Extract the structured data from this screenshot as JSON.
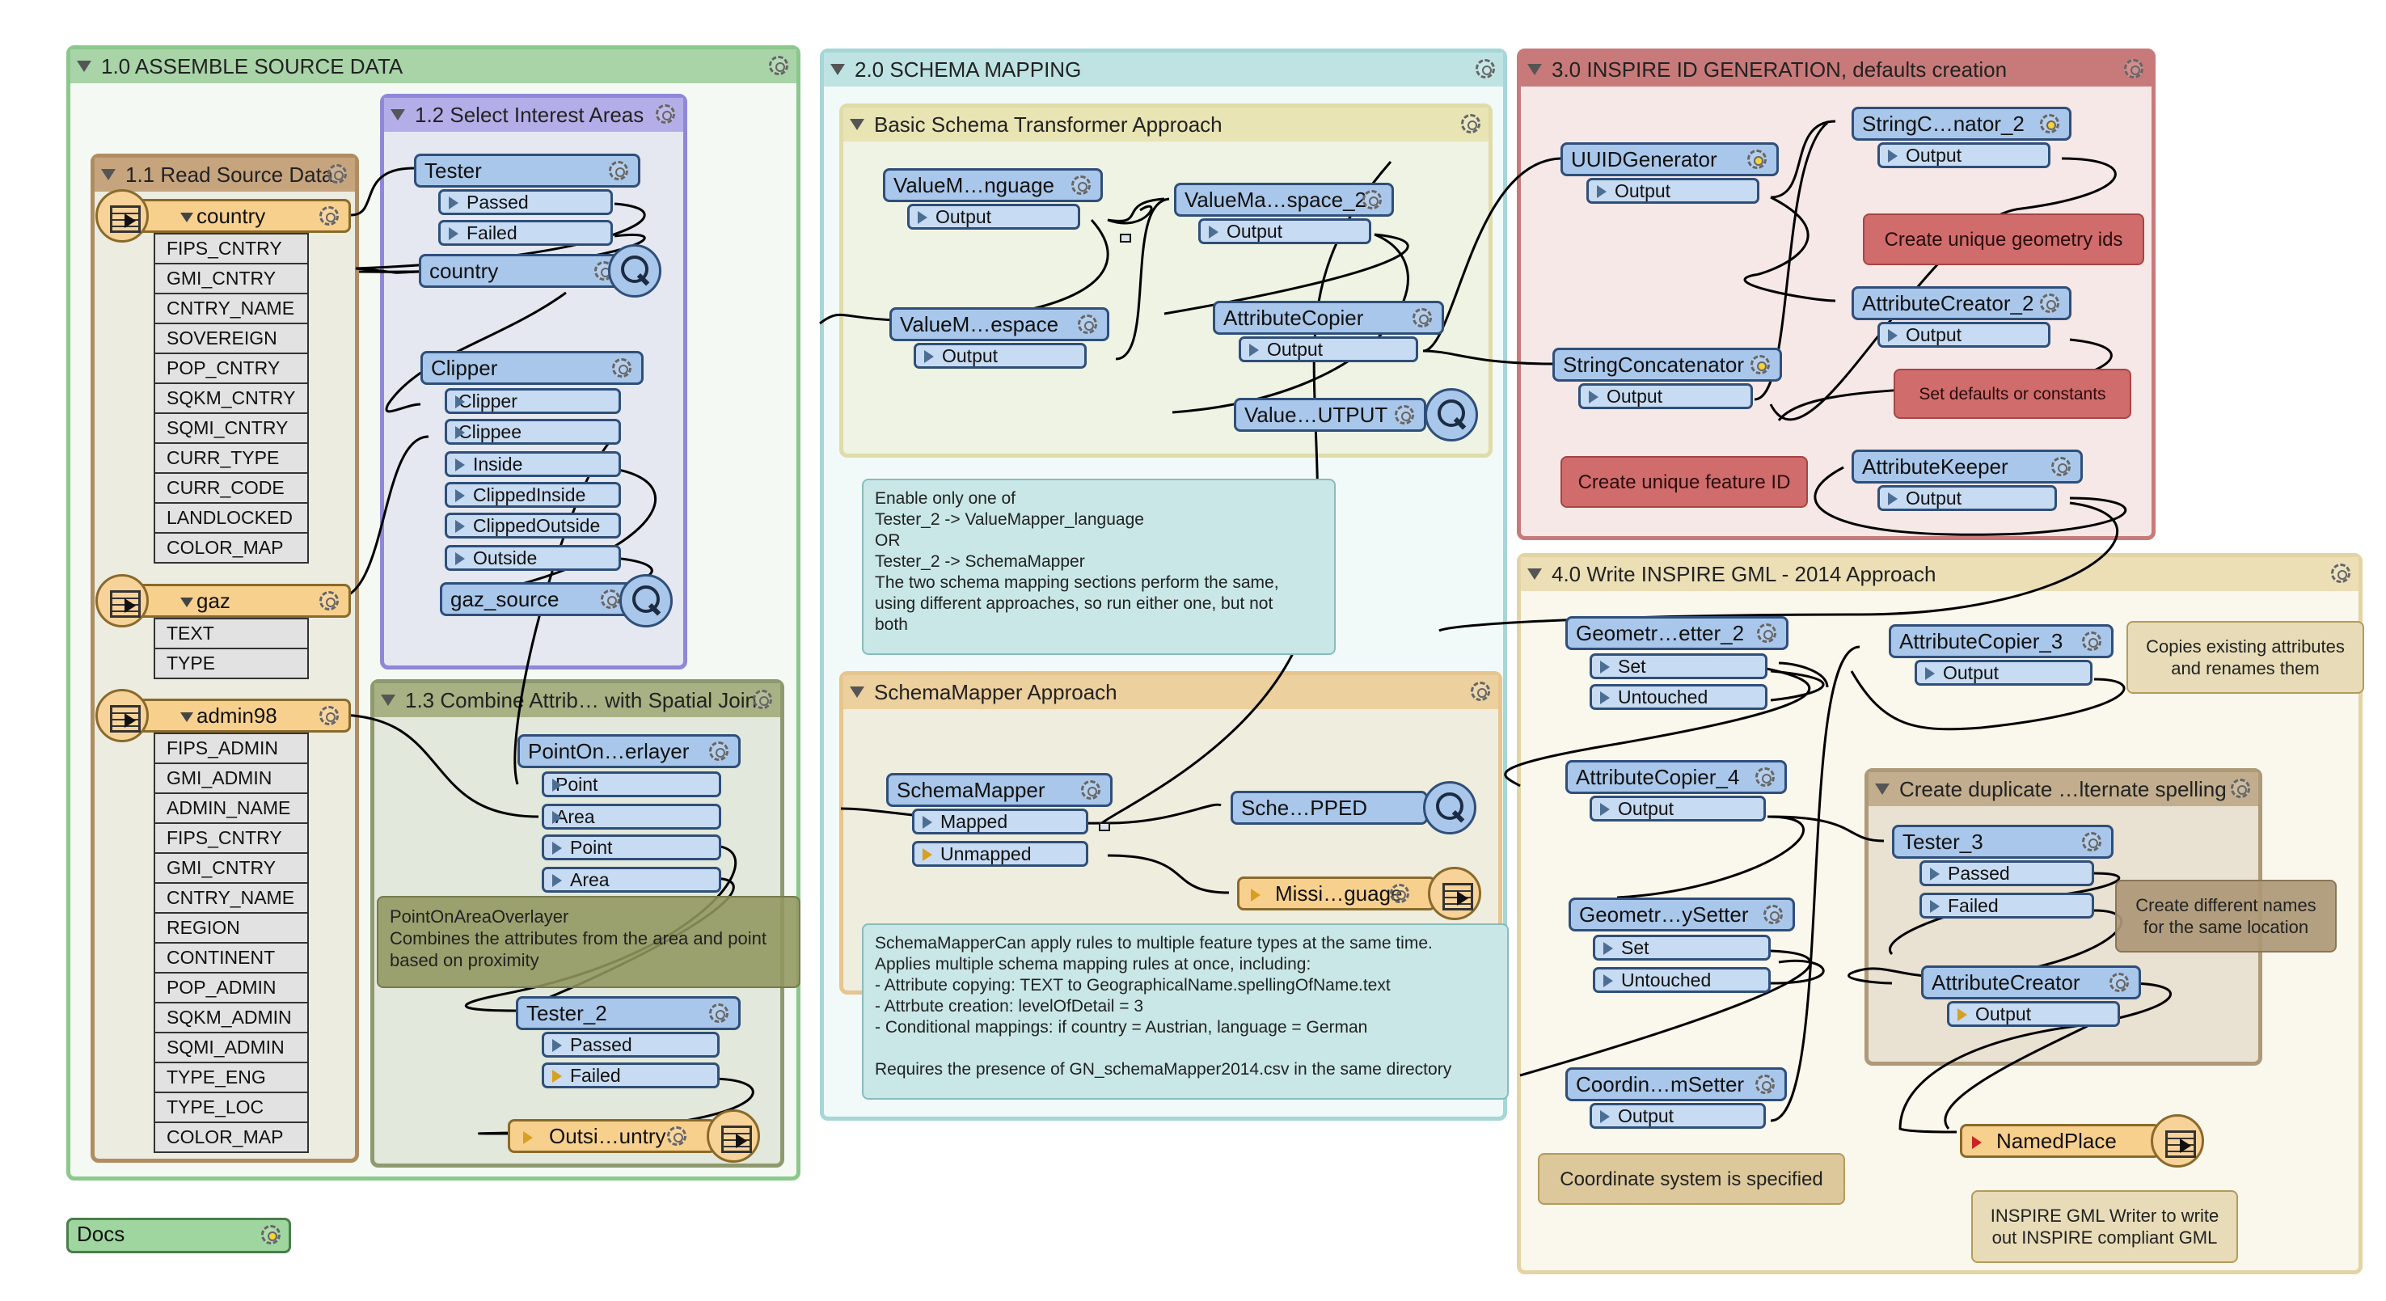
{
  "bookmarks": {
    "b1": {
      "title": "1.0 ASSEMBLE SOURCE DATA"
    },
    "b12": {
      "title": "1.2 Select Interest Areas"
    },
    "b11": {
      "title": "1.1 Read Source Data"
    },
    "b13": {
      "title": "1.3 Combine Attrib… with Spatial Join"
    },
    "b2": {
      "title": "2.0 SCHEMA MAPPING"
    },
    "b2a": {
      "title": "Basic Schema Transformer Approach"
    },
    "b2b": {
      "title": "SchemaMapper Approach"
    },
    "b3": {
      "title": "3.0 INSPIRE ID GENERATION, defaults creation"
    },
    "b4": {
      "title": "4.0 Write INSPIRE GML - 2014 Approach"
    },
    "b4a": {
      "title": "Create duplicate …lternate spelling"
    }
  },
  "readers": {
    "country": {
      "name": "country",
      "attributes": [
        "FIPS_CNTRY",
        "GMI_CNTRY",
        "CNTRY_NAME",
        "SOVEREIGN",
        "POP_CNTRY",
        "SQKM_CNTRY",
        "SQMI_CNTRY",
        "CURR_TYPE",
        "CURR_CODE",
        "LANDLOCKED",
        "COLOR_MAP"
      ]
    },
    "gaz": {
      "name": "gaz",
      "attributes": [
        "TEXT",
        "TYPE"
      ]
    },
    "admin98": {
      "name": "admin98",
      "attributes": [
        "FIPS_ADMIN",
        "GMI_ADMIN",
        "ADMIN_NAME",
        "FIPS_CNTRY",
        "GMI_CNTRY",
        "CNTRY_NAME",
        "REGION",
        "CONTINENT",
        "POP_ADMIN",
        "SQKM_ADMIN",
        "SQMI_ADMIN",
        "TYPE_ENG",
        "TYPE_LOC",
        "COLOR_MAP"
      ]
    }
  },
  "transformers": {
    "tester": {
      "name": "Tester",
      "ports": [
        "Passed",
        "Failed"
      ]
    },
    "country_insp": {
      "name": "country"
    },
    "clipper": {
      "name": "Clipper",
      "ports": [
        "Clipper",
        "Clippee",
        "Inside",
        "ClippedInside",
        "ClippedOutside",
        "Outside"
      ]
    },
    "gaz_source": {
      "name": "gaz_source"
    },
    "pointon": {
      "name": "PointOn…erlayer",
      "ports": [
        "Point",
        "Area",
        "Point",
        "Area"
      ]
    },
    "tester2": {
      "name": "Tester_2",
      "ports": [
        "Passed",
        "Failed"
      ]
    },
    "outsi": {
      "name": "Outsi…untry"
    },
    "vm_lang": {
      "name": "ValueM…nguage",
      "ports": [
        "Output"
      ]
    },
    "vm_space2": {
      "name": "ValueMa…space_2",
      "ports": [
        "Output"
      ]
    },
    "vm_espace": {
      "name": "ValueM…espace",
      "ports": [
        "Output"
      ]
    },
    "attrcopier": {
      "name": "AttributeCopier",
      "ports": [
        "Output"
      ]
    },
    "value_output": {
      "name": "Value…UTPUT"
    },
    "schemamapper": {
      "name": "SchemaMapper",
      "ports": [
        "Mapped",
        "Unmapped"
      ]
    },
    "sche_pped": {
      "name": "Sche…PPED"
    },
    "missi": {
      "name": "Missi…guage"
    },
    "uuid": {
      "name": "UUIDGenerator",
      "ports": [
        "Output"
      ]
    },
    "strconcat2": {
      "name": "StringC…nator_2",
      "ports": [
        "Output"
      ]
    },
    "attrcreator2": {
      "name": "AttributeCreator_2",
      "ports": [
        "Output"
      ]
    },
    "strconcat": {
      "name": "StringConcatenator",
      "ports": [
        "Output"
      ]
    },
    "attrkeeper": {
      "name": "AttributeKeeper",
      "ports": [
        "Output"
      ]
    },
    "geometr2": {
      "name": "Geometr…etter_2",
      "ports": [
        "Set",
        "Untouched"
      ]
    },
    "attrcopier3": {
      "name": "AttributeCopier_3",
      "ports": [
        "Output"
      ]
    },
    "attrcopier4": {
      "name": "AttributeCopier_4",
      "ports": [
        "Output"
      ]
    },
    "tester3": {
      "name": "Tester_3",
      "ports": [
        "Passed",
        "Failed"
      ]
    },
    "geometrys": {
      "name": "Geometr…ySetter",
      "ports": [
        "Set",
        "Untouched"
      ]
    },
    "attrcreator": {
      "name": "AttributeCreator",
      "ports": [
        "Output"
      ]
    },
    "coordin": {
      "name": "Coordin…mSetter",
      "ports": [
        "Output"
      ]
    },
    "namedplace": {
      "name": "NamedPlace"
    }
  },
  "notes": {
    "pointon": "PointOnAreaOverlayer\nCombines the attributes from the area and point\nbased on proximity",
    "enable": "Enable only one of\nTester_2  -> ValueMapper_language\nOR\nTester_2 -> SchemaMapper\nThe two schema mapping sections perform the same,\nusing different approaches, so run either one, but not\nboth",
    "schemamapper": "SchemaMapperCan apply rules to multiple feature types at the same time.\nApplies multiple schema mapping rules at once, including:\n- Attribute copying: TEXT to GeographicalName.spellingOfName.text\n- Attrbute creation: levelOfDetail = 3\n- Conditional mappings: if country = Austrian, language = German\n\nRequires the presence of GN_schemaMapper2014.csv in the same directory",
    "geomids": "Create unique geometry ids",
    "defaults": "Set defaults or constants",
    "featureid": "Create unique feature ID",
    "copies": "Copies existing attributes\nand renames them",
    "names": "Create different names\nfor the same location",
    "coord": "Coordinate system is specified",
    "inspire": "INSPIRE GML Writer to write\nout INSPIRE compliant GML"
  },
  "docs": {
    "label": "Docs"
  },
  "colors": {
    "wire": "#000000",
    "transformer": "#a9c7ea",
    "feature_type": "#f8d08e",
    "bookmark_green": "#a8d4a8",
    "bookmark_purple": "#a09ae0",
    "bookmark_teal": "#b7e0e0",
    "bookmark_red": "#c87a7a",
    "bookmark_tan": "#e6d7a8"
  }
}
